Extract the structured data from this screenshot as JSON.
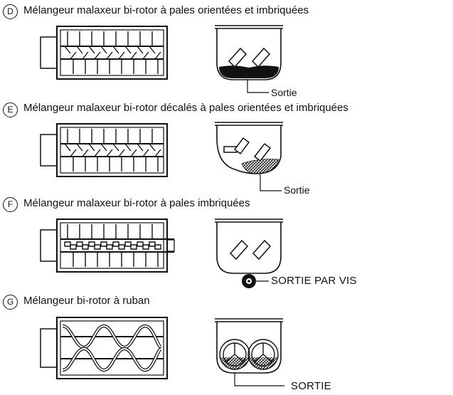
{
  "sections": [
    {
      "letter": "D",
      "title": "Mélangeur malaxeur bi-rotor à pales orientées et imbriquées",
      "outlet": "Sortie"
    },
    {
      "letter": "E",
      "title": "Mélangeur malaxeur bi-rotor décalés à pales orientées et imbriquées",
      "outlet": "Sortie"
    },
    {
      "letter": "F",
      "title": "Mélangeur malaxeur bi-rotor à pales imbriquées",
      "outlet": "SORTIE PAR VIS"
    },
    {
      "letter": "G",
      "title": "Mélangeur bi-rotor à ruban",
      "outlet": "SORTIE"
    }
  ]
}
